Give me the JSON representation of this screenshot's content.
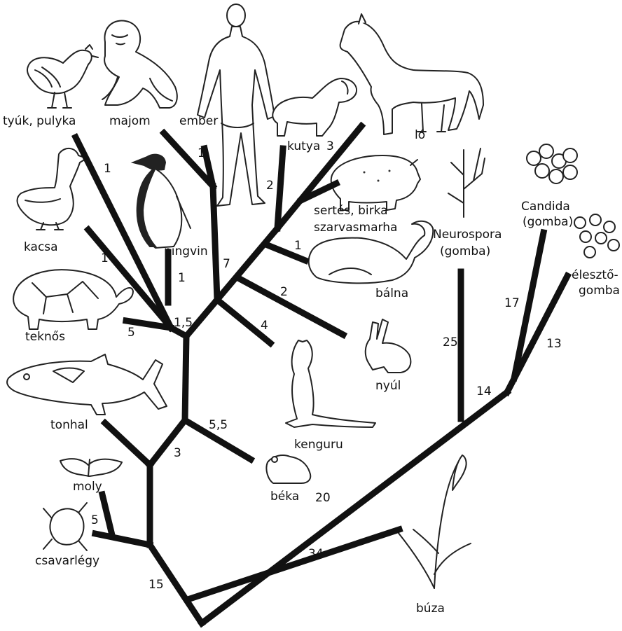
{
  "species": {
    "tyuk": "tyúk, pulyka",
    "majom": "majom",
    "ember": "ember",
    "kutya": "kutya",
    "lo": "ló",
    "kacsa": "kacsa",
    "pingvin": "pingvin",
    "sertes1": "sertés, birka",
    "sertes2": "szarvasmarha",
    "balna": "bálna",
    "teknos": "teknős",
    "nyul": "nyúl",
    "tonhal": "tonhal",
    "kenguru": "kenguru",
    "moly": "moly",
    "beka": "béka",
    "csavarlegy": "csavarlégy",
    "buza": "búza",
    "neurospora1": "Neurospora",
    "neurospora2": "(gomba)",
    "candida1": "Candida",
    "candida2": "(gomba)",
    "eleszto1": "élesztő-",
    "eleszto2": "gomba"
  },
  "distances": {
    "tyuk": "1",
    "kacsa": "1",
    "ember": "1",
    "pingvin": "1",
    "teknos_node": "1,5",
    "kutya": "3",
    "sertes": "2",
    "balna": "1",
    "mammal_stem": "7",
    "nyul": "2",
    "kenguru": "4",
    "teknos": "5",
    "beka": "5,5",
    "tonhal_node": "3",
    "moly": "5",
    "beka_branch": "20",
    "neurospora": "25",
    "candida": "17",
    "eleszto": "13",
    "fungi_stem": "14",
    "buza": "34",
    "root": "15"
  }
}
